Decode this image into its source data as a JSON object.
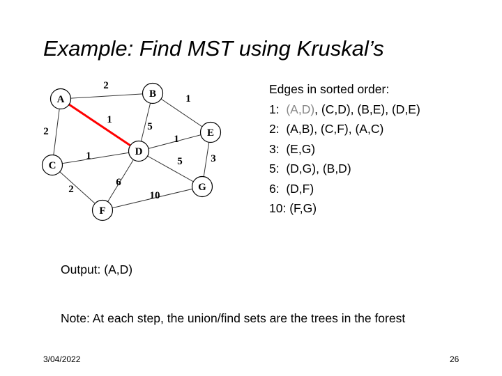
{
  "title": "Example: Find MST using Kruskal’s",
  "graph": {
    "nodes": [
      "A",
      "B",
      "C",
      "D",
      "E",
      "F",
      "G"
    ],
    "edges": [
      {
        "from": "A",
        "to": "B",
        "weight": "2",
        "highlighted": false
      },
      {
        "from": "B",
        "to": "E",
        "weight": "1",
        "highlighted": false
      },
      {
        "from": "A",
        "to": "D",
        "weight": "1",
        "highlighted": true
      },
      {
        "from": "B",
        "to": "D",
        "weight": "5",
        "highlighted": false
      },
      {
        "from": "A",
        "to": "C",
        "weight": "2",
        "highlighted": false
      },
      {
        "from": "D",
        "to": "E",
        "weight": "1",
        "highlighted": false
      },
      {
        "from": "C",
        "to": "D",
        "weight": "1",
        "highlighted": false
      },
      {
        "from": "D",
        "to": "G",
        "weight": "5",
        "highlighted": false
      },
      {
        "from": "E",
        "to": "G",
        "weight": "3",
        "highlighted": false
      },
      {
        "from": "D",
        "to": "F",
        "weight": "6",
        "highlighted": false
      },
      {
        "from": "C",
        "to": "F",
        "weight": "2",
        "highlighted": false
      },
      {
        "from": "F",
        "to": "G",
        "weight": "10",
        "highlighted": false
      }
    ],
    "highlight_color": "#ff0000"
  },
  "sorted_edges": {
    "heading": "Edges in sorted order:",
    "rows": [
      {
        "weight": "1:",
        "processed": "(A,D)",
        "rest": ", (C,D), (B,E), (D,E)"
      },
      {
        "weight": "2:",
        "processed": "",
        "rest": "(A,B), (C,F), (A,C)"
      },
      {
        "weight": "3:",
        "processed": "",
        "rest": "(E,G)"
      },
      {
        "weight": "5:",
        "processed": "",
        "rest": "(D,G), (B,D)"
      },
      {
        "weight": "6:",
        "processed": "",
        "rest": "(D,F)"
      },
      {
        "weight": "10:",
        "processed": "",
        "rest": "(F,G)"
      }
    ]
  },
  "output": "Output: (A,D)",
  "note": "Note: At each step, the union/find sets are the trees in the forest",
  "footer": {
    "date": "3/04/2022",
    "page": "26"
  }
}
